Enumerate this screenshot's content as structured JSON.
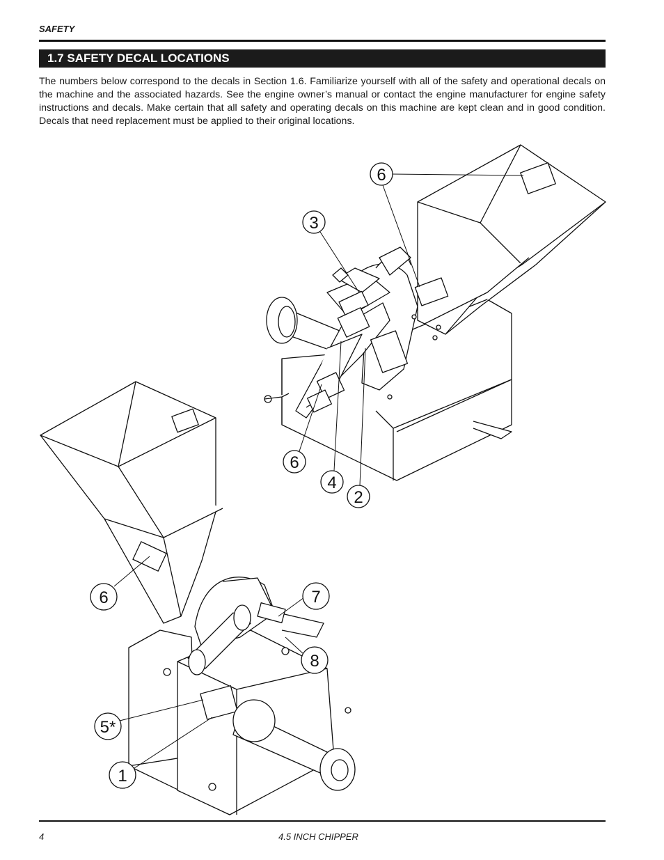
{
  "header": {
    "section_label": "SAFETY"
  },
  "section": {
    "title": "1.7  SAFETY DECAL LOCATIONS"
  },
  "intro_text": "The numbers below correspond to the decals in Section 1.6.  Familiarize yourself with all of the safety and operational decals on the machine and the associated hazards.  See the engine owner’s manual or contact the engine manufacturer for engine safety instructions and decals.  Make certain that all safety and operating decals on this machine are kept clean and in good condition. Decals that need replacement must be applied to their original locations.",
  "callouts": {
    "upper_6_top": "6",
    "upper_3": "3",
    "upper_6_bottom": "6",
    "upper_4": "4",
    "upper_2": "2",
    "lower_6": "6",
    "lower_7": "7",
    "lower_8": "8",
    "lower_5": "5*",
    "lower_1": "1"
  },
  "footer": {
    "page_number": "4",
    "document_title": "4.5 INCH CHIPPER"
  }
}
